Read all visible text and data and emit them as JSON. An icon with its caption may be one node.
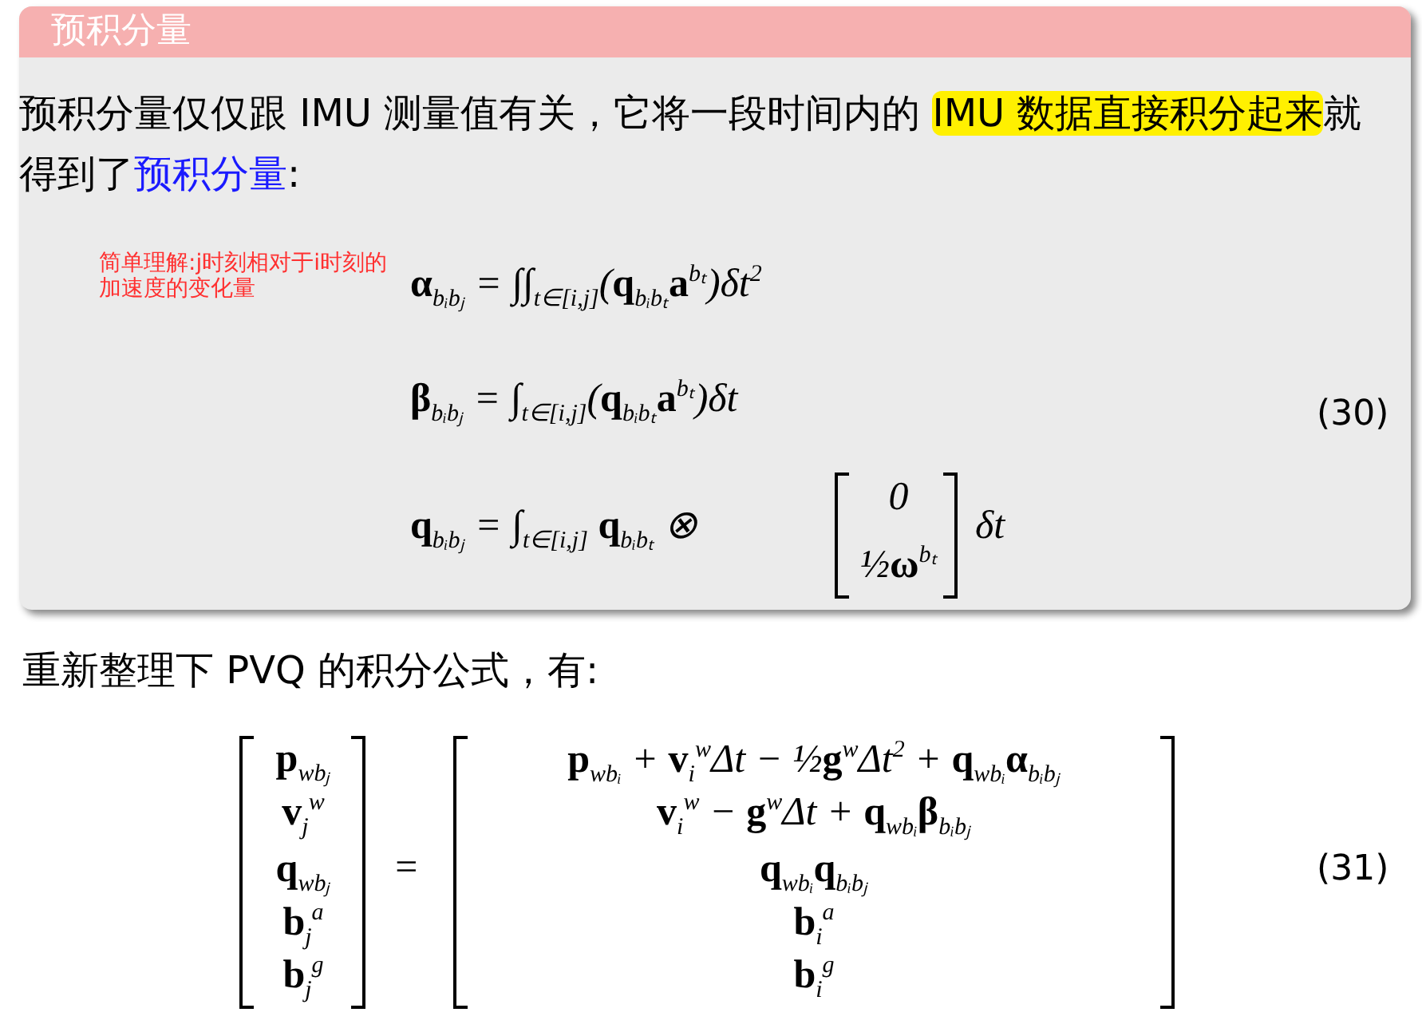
{
  "diagram": {
    "nodes": [
      {
        "text": [
          "预积分量",
          "预积分量仅仅跟 IMU 测量值有关，它将一段时间内的 **IMU 数据直接积分起来**就得到了**预积分量**:"
        ]
      }
    ],
    "edges": [],
    "labels": [
      "简单理解:j时刻相对于i时刻的加速度的变化量",
      "**α**$_{bᵢbⱼ}$ = ∫∫$_{t∈[i,j]}$(**q**$_{bᵢbₜ}$**a**$^{bₜ}$)δt$^{2}$",
      "**β**$_{bᵢbⱼ}$ = ∫$_{t∈[i,j]}$(**q**$_{bᵢbₜ}$**a**$^{bₜ}$)δt",
      "**q**$_{bᵢbⱼ}$ = ∫$_{t∈[i,j]}$ **q**$_{bᵢbₜ}$ ⊗",
      "0",
      "½**ω**$^{bₜ}$",
      "δt",
      "(30)",
      "重新整理下 PVQ 的积分公式，有:",
      "**p**$_{wbⱼ}$",
      "**v**$_{j}$$^{w}$",
      "**q**$_{wbⱼ}$",
      "**b**$_{j}$$^{a}$",
      "**b**$_{j}$$^{g}$",
      "=",
      "**p**$_{wbᵢ}$ + **v**$_{i}$$^{w}$Δt − ½**g**$^{w}$Δt$^{2}$ + **q**$_{wbᵢ}$**α**$_{bᵢbⱼ}$",
      "**v**$_{i}$$^{w}$ − **g**$^{w}$Δt + **q**$_{wbᵢ}$**β**$_{bᵢbⱼ}$",
      "**q**$_{wbᵢ}$**q**$_{bᵢbⱼ}$",
      "**b**$_{i}$$^{a}$",
      "**b**$_{i}$$^{g}$",
      "(31)"
    ]
  }
}
